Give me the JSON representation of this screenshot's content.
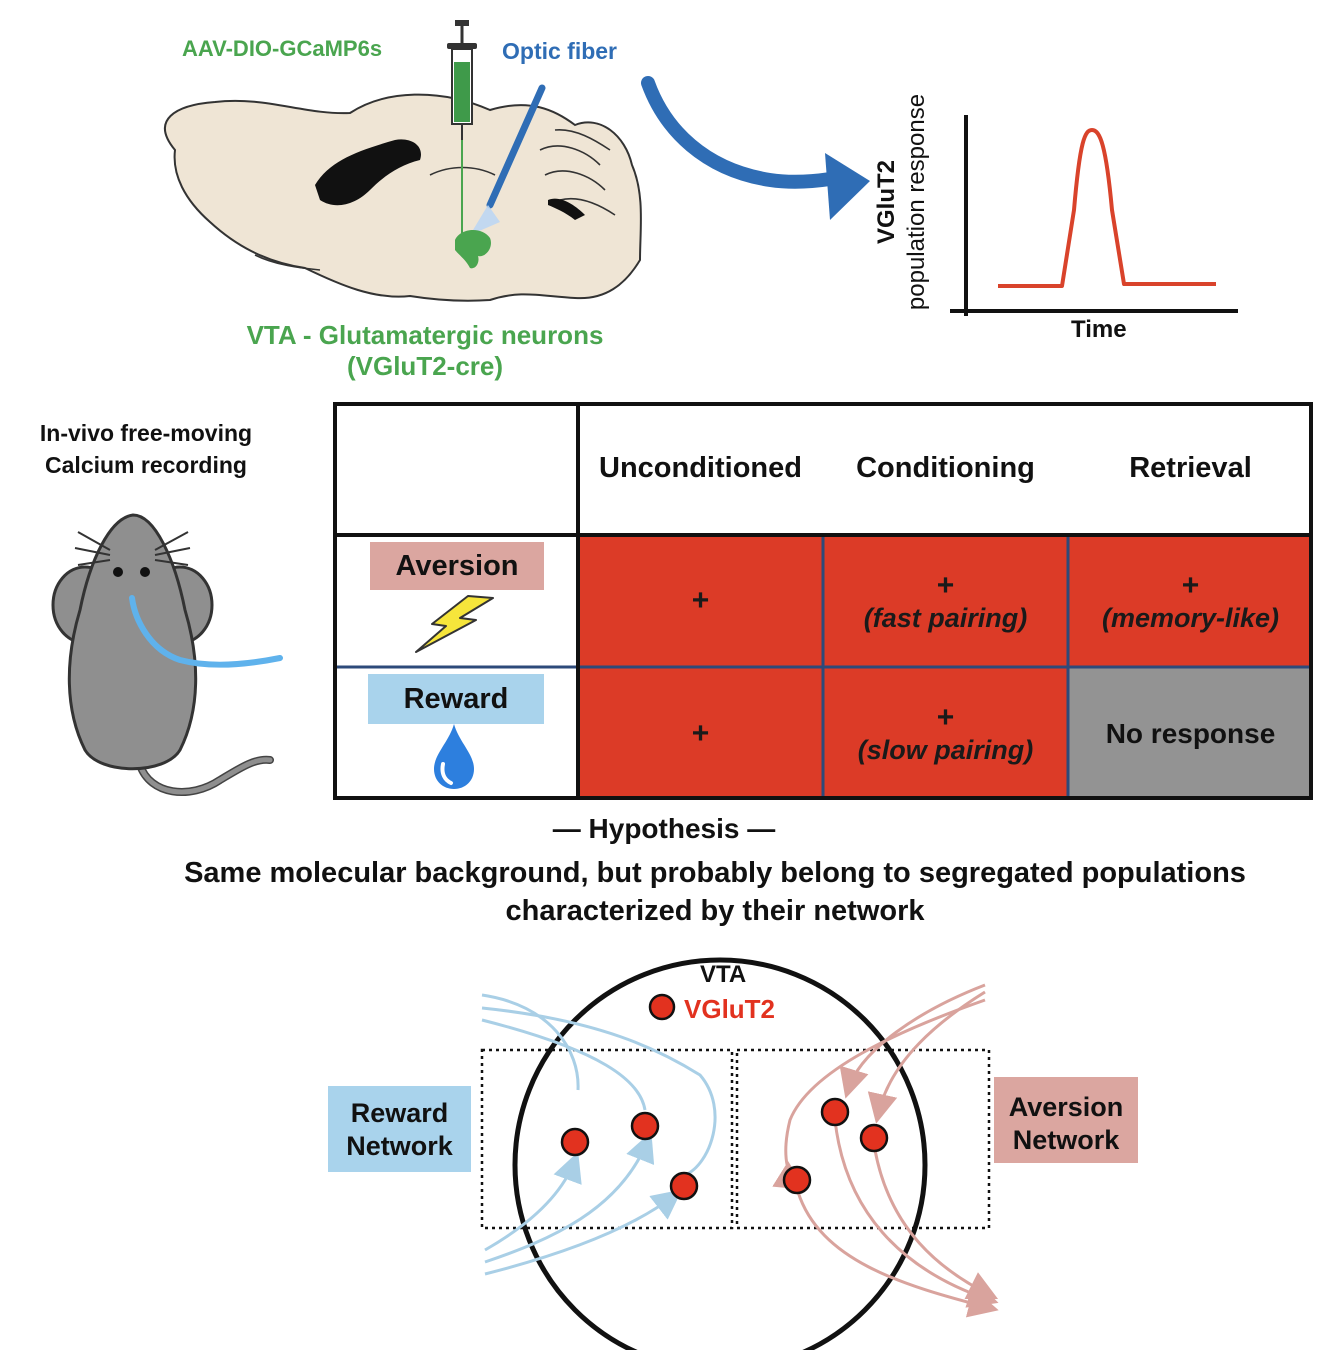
{
  "top": {
    "virus_label": "AAV-DIO-GCaMP6s",
    "fiber_label": "Optic fiber",
    "vta_label_line1": "VTA - Glutamatergic neurons",
    "vta_label_line2": "(VGluT2-cre)"
  },
  "chart_data": {
    "type": "line",
    "xlabel": "Time",
    "ylabel_line1": "VGluT2",
    "ylabel_line2": "population response",
    "series": [
      {
        "shape": "baseline-peak-baseline",
        "line_color": "#d9432b"
      }
    ]
  },
  "recording": {
    "line1": "In-vivo free-moving",
    "line2": "Calcium recording"
  },
  "table": {
    "columns": [
      "Unconditioned",
      "Conditioning",
      "Retrieval"
    ],
    "rows": [
      {
        "label": "Aversion",
        "label_bg": "#dba6a0",
        "icon": "lightning-icon",
        "cells": [
          {
            "sign": "+",
            "note": ""
          },
          {
            "sign": "+",
            "note": "(fast pairing)"
          },
          {
            "sign": "+",
            "note": "(memory-like)"
          }
        ]
      },
      {
        "label": "Reward",
        "label_bg": "#a9d3ec",
        "icon": "water-drop-icon",
        "cells": [
          {
            "sign": "+",
            "note": ""
          },
          {
            "sign": "+",
            "note": "(slow pairing)"
          },
          {
            "sign": "",
            "note": "No response"
          }
        ]
      }
    ]
  },
  "hypothesis": {
    "title": "— Hypothesis —",
    "line1": "Same molecular background, but probably belong to segregated populations",
    "line2": "characterized by their network"
  },
  "network": {
    "region": "VTA",
    "cell_type": "VGluT2",
    "reward_line1": "Reward",
    "reward_line2": "Network",
    "aversion_line1": "Aversion",
    "aversion_line2": "Network",
    "colors": {
      "reward": "#a9cfe6",
      "aversion": "#d9a39d",
      "neuron": "#e2321f"
    }
  }
}
